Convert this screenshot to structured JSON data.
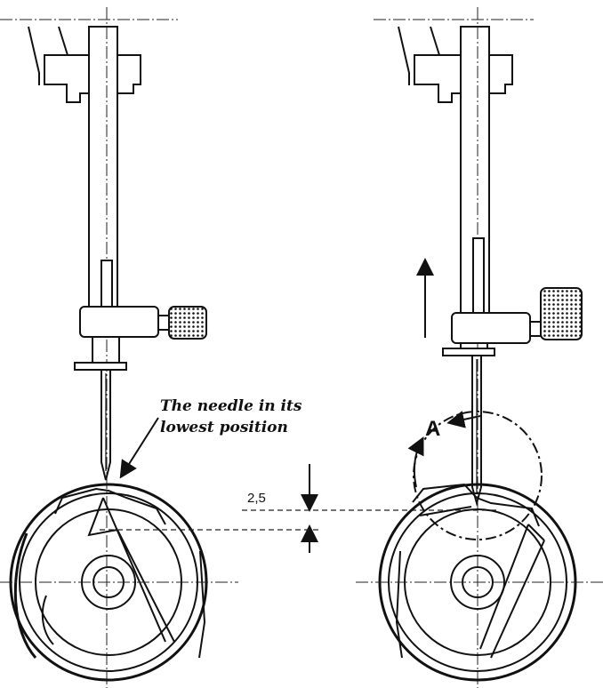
{
  "labels": {
    "needle_caption_line1": "The needle in its",
    "needle_caption_line2": "lowest position",
    "dimension_value": "2,5",
    "marker_A": "A"
  }
}
